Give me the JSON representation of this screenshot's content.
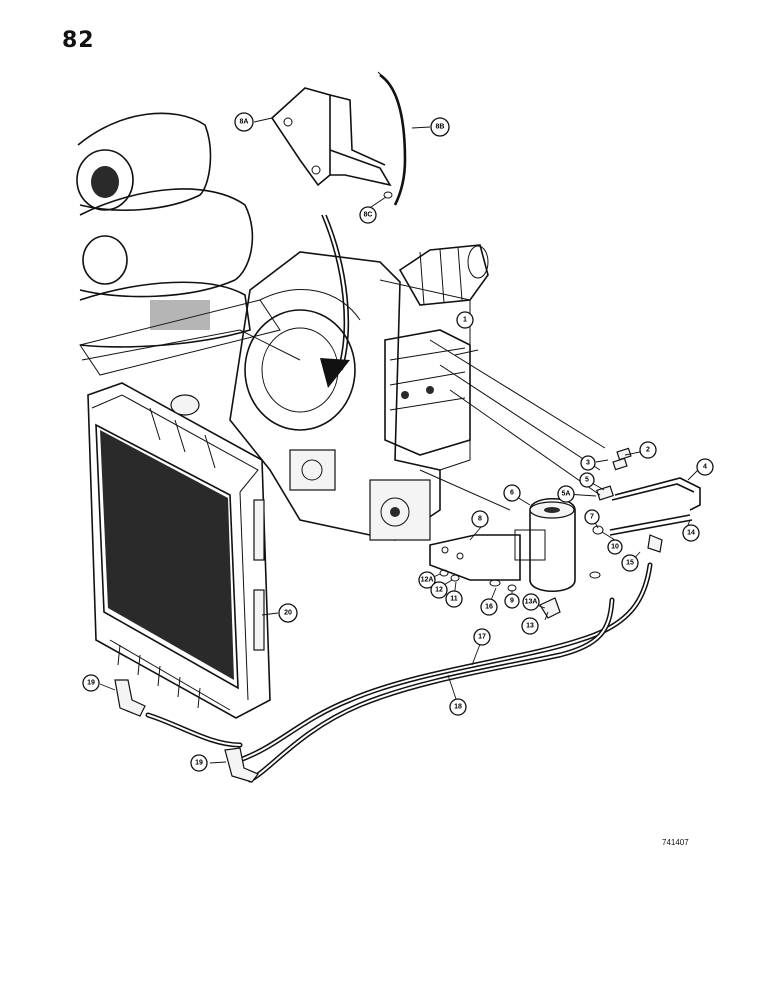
{
  "page_number": "82",
  "drawing_code": "741407",
  "callouts": [
    "1",
    "2",
    "3",
    "4",
    "5",
    "5A",
    "6",
    "7",
    "8",
    "8A",
    "8B",
    "8C",
    "9",
    "10",
    "11",
    "12",
    "12A",
    "13",
    "13A",
    "14",
    "15",
    "16",
    "17",
    "18",
    "19",
    "20"
  ]
}
